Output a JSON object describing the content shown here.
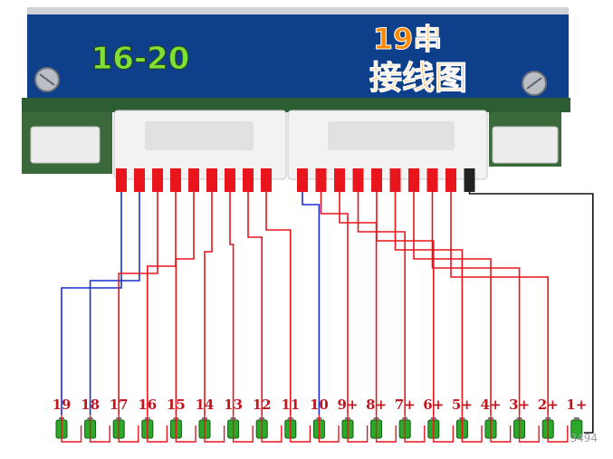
{
  "photo": {
    "board_label": "16-20",
    "title_line1": "19串",
    "title_line2": "接线图",
    "watermark": "3494",
    "terminal_labels": [
      "19",
      "18",
      "17",
      "16",
      "15",
      "14",
      "13",
      "12",
      "11",
      "10",
      "9+",
      "8+",
      "7+",
      "6+",
      "5+",
      "4+",
      "3+",
      "2+",
      "1+"
    ],
    "colors": {
      "board": "#0e3f8a",
      "board_label": "#7fe038",
      "title": "#ff8a00",
      "connector": "#f2f2f2",
      "wire_red": "#e8151d",
      "wire_blue": "#1b2fd0",
      "wire_black": "#111111",
      "cell_green": "#2aa92a"
    }
  }
}
